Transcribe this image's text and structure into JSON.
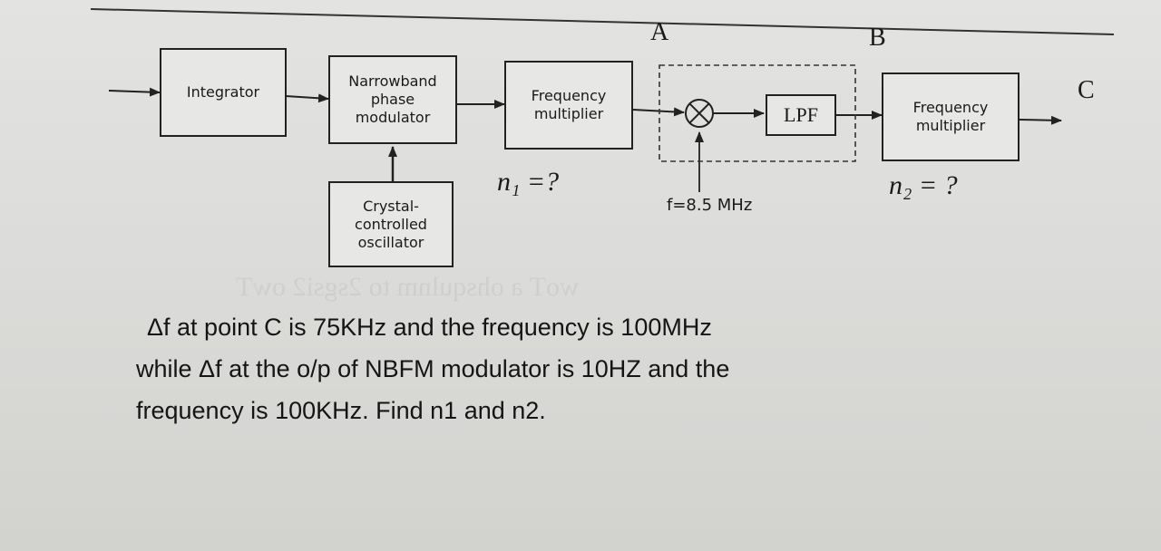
{
  "diagram": {
    "blocks": {
      "integrator": "Integrator",
      "nb_modulator": "Narrowband\nphase\nmodulator",
      "multiplier1": "Frequency\nmultiplier",
      "lpf": "LPF",
      "multiplier2": "Frequency\nmultiplier",
      "oscillator": "Crystal-\ncontrolled\noscillator"
    },
    "points": {
      "a": "A",
      "b": "B",
      "c": "C"
    },
    "n1_label": "n₁ =?",
    "n2_label": "n₂ = ?",
    "lo_freq": "f=8.5 MHz",
    "mixer_symbol": "⊗"
  },
  "problem": {
    "line1": "Δf  at point C is 75KHz and the frequency is 100MHz",
    "line2": "while Δf at the o/p of NBFM modulator is 10HZ and the",
    "line3": "frequency is 100KHz. Find n1 and n2."
  }
}
